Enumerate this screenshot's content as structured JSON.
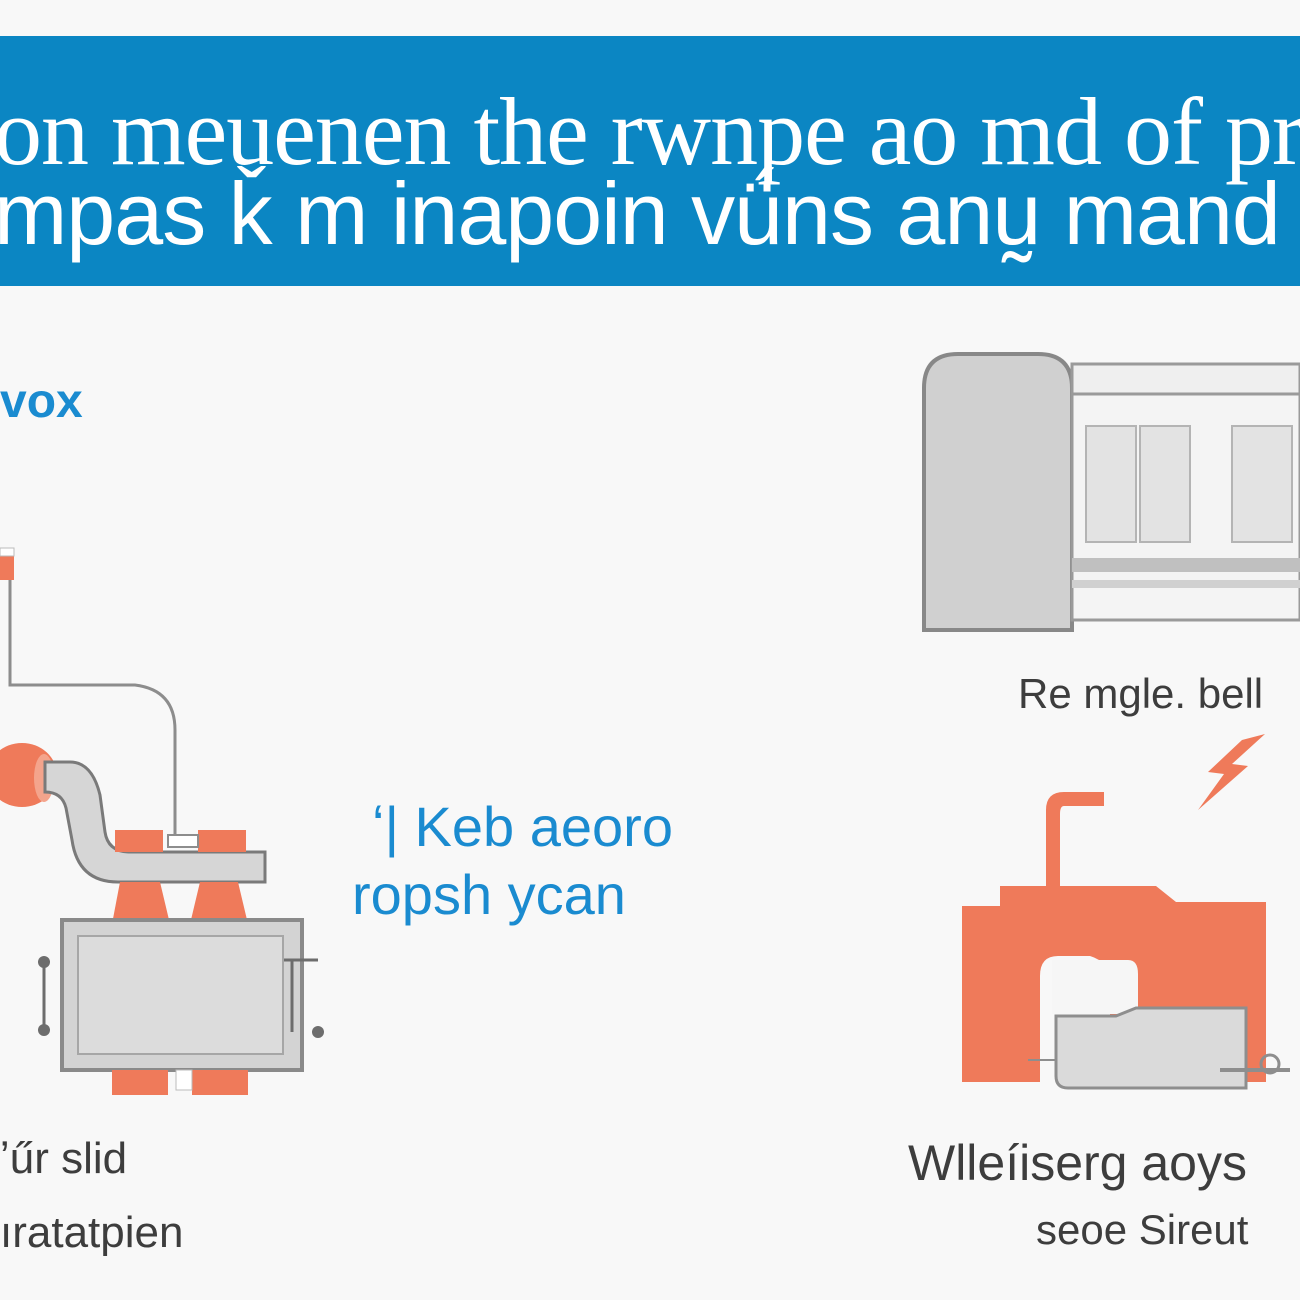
{
  "header": {
    "line1": "on meuenen the rwnpe ao md of prtetapuñ",
    "line2": "mpas ǩ m inapoin vǘns anṵ mand put:"
  },
  "labels": {
    "top_left": "vox",
    "center_line1": "ʻ| Keb aeoro",
    "center_line2": "ropsh ycan",
    "right_upper": "Re mgle. bell",
    "bottom_left_line1": "ʼűr slid",
    "bottom_left_line2": "ıratatpien",
    "bottom_right_line1": "Wlleíiserg aoys",
    "bottom_right_line2": "seoe Sireut"
  },
  "colors": {
    "banner": "#0b86c3",
    "accent_orange": "#ef7a5a",
    "machine_gray": "#cfcfcf",
    "text_blue": "#1a8bd0",
    "text_dark": "#3d3d3d"
  },
  "icons": [
    "pump-machine-icon",
    "cabinet-machine-icon",
    "electric-bolt-icon",
    "press-machine-icon"
  ]
}
